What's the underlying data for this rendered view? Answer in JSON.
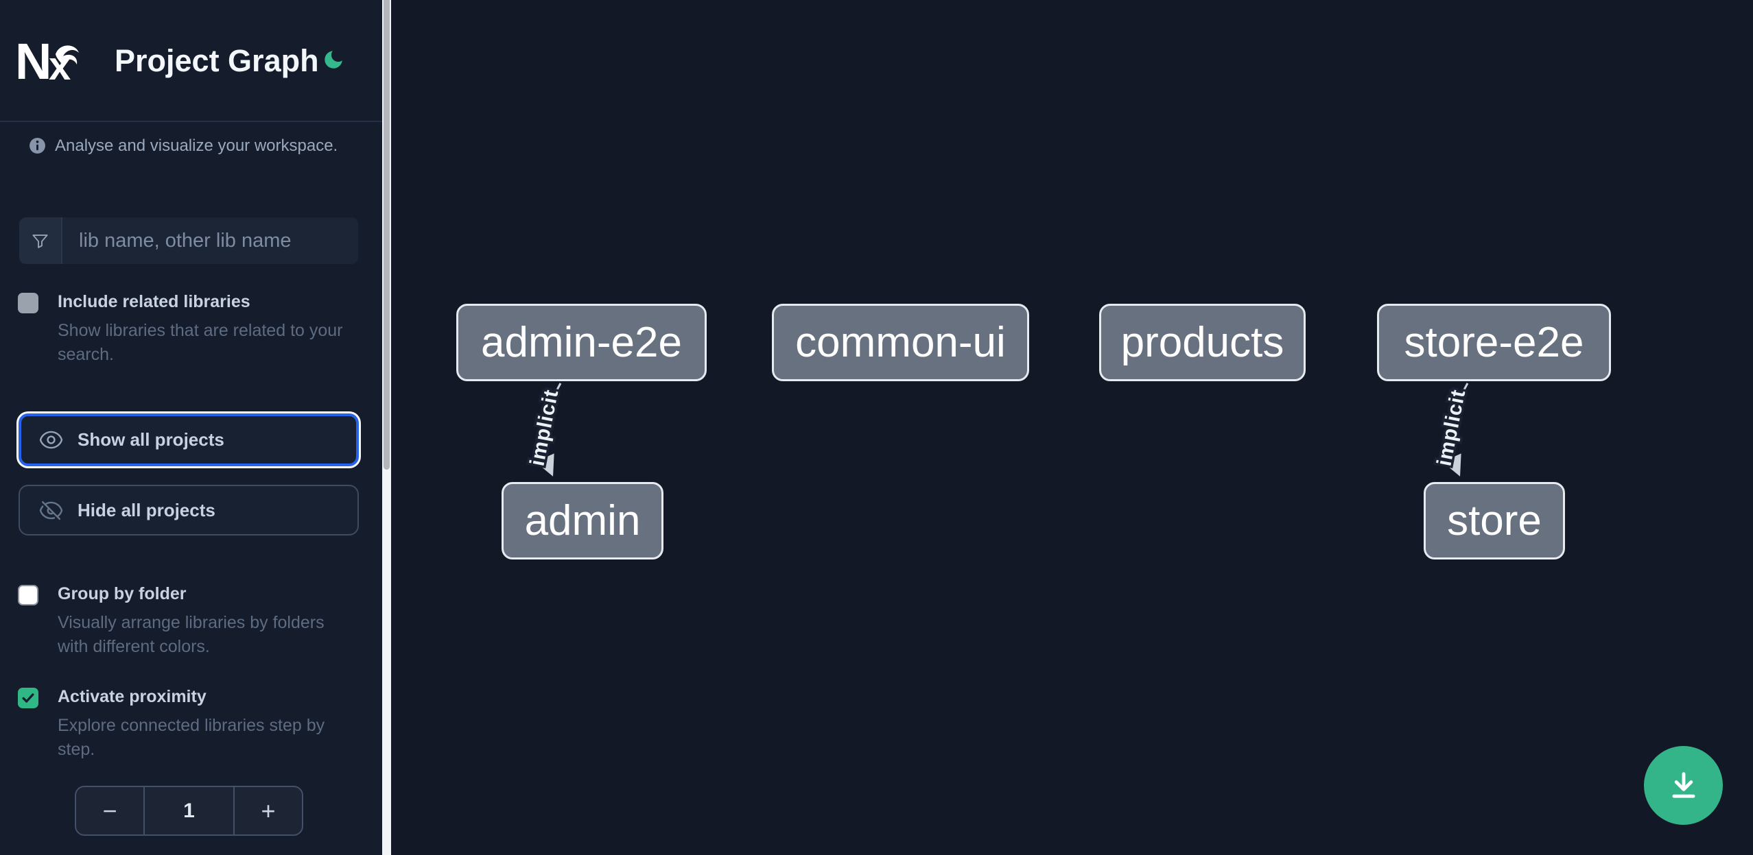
{
  "header": {
    "title": "Project Graph"
  },
  "sidebar": {
    "info_text": "Analyse and visualize your workspace.",
    "filter_placeholder": "lib name, other lib name",
    "options": [
      {
        "label": "Include related libraries",
        "description": "Show libraries that are related to your search.",
        "checked": false
      },
      {
        "label": "Group by folder",
        "description": "Visually arrange libraries by folders with different colors.",
        "checked": false
      },
      {
        "label": "Activate proximity",
        "description": "Explore connected libraries step by step.",
        "checked": true
      }
    ],
    "actions": {
      "show_all": "Show all projects",
      "hide_all": "Hide all projects"
    },
    "stepper": {
      "decrement": "−",
      "value": "1",
      "increment": "+"
    }
  },
  "graph": {
    "nodes": [
      {
        "id": "admin-e2e",
        "label": "admin-e2e"
      },
      {
        "id": "common-ui",
        "label": "common-ui"
      },
      {
        "id": "products",
        "label": "products"
      },
      {
        "id": "store-e2e",
        "label": "store-e2e"
      },
      {
        "id": "admin",
        "label": "admin"
      },
      {
        "id": "store",
        "label": "store"
      }
    ],
    "edges": [
      {
        "source": "admin-e2e",
        "target": "admin",
        "label": "implicit",
        "type": "implicit"
      },
      {
        "source": "store-e2e",
        "target": "store",
        "label": "implicit",
        "type": "implicit"
      }
    ]
  },
  "fab": {
    "action": "download"
  },
  "colors": {
    "sidebar_bg": "#151c2c",
    "canvas_bg": "#121826",
    "accent_green": "#34b489",
    "focus_blue": "#2563eb",
    "node_fill": "#68717f",
    "node_border": "#e7eaee",
    "edge_gray": "#ccd2da"
  }
}
